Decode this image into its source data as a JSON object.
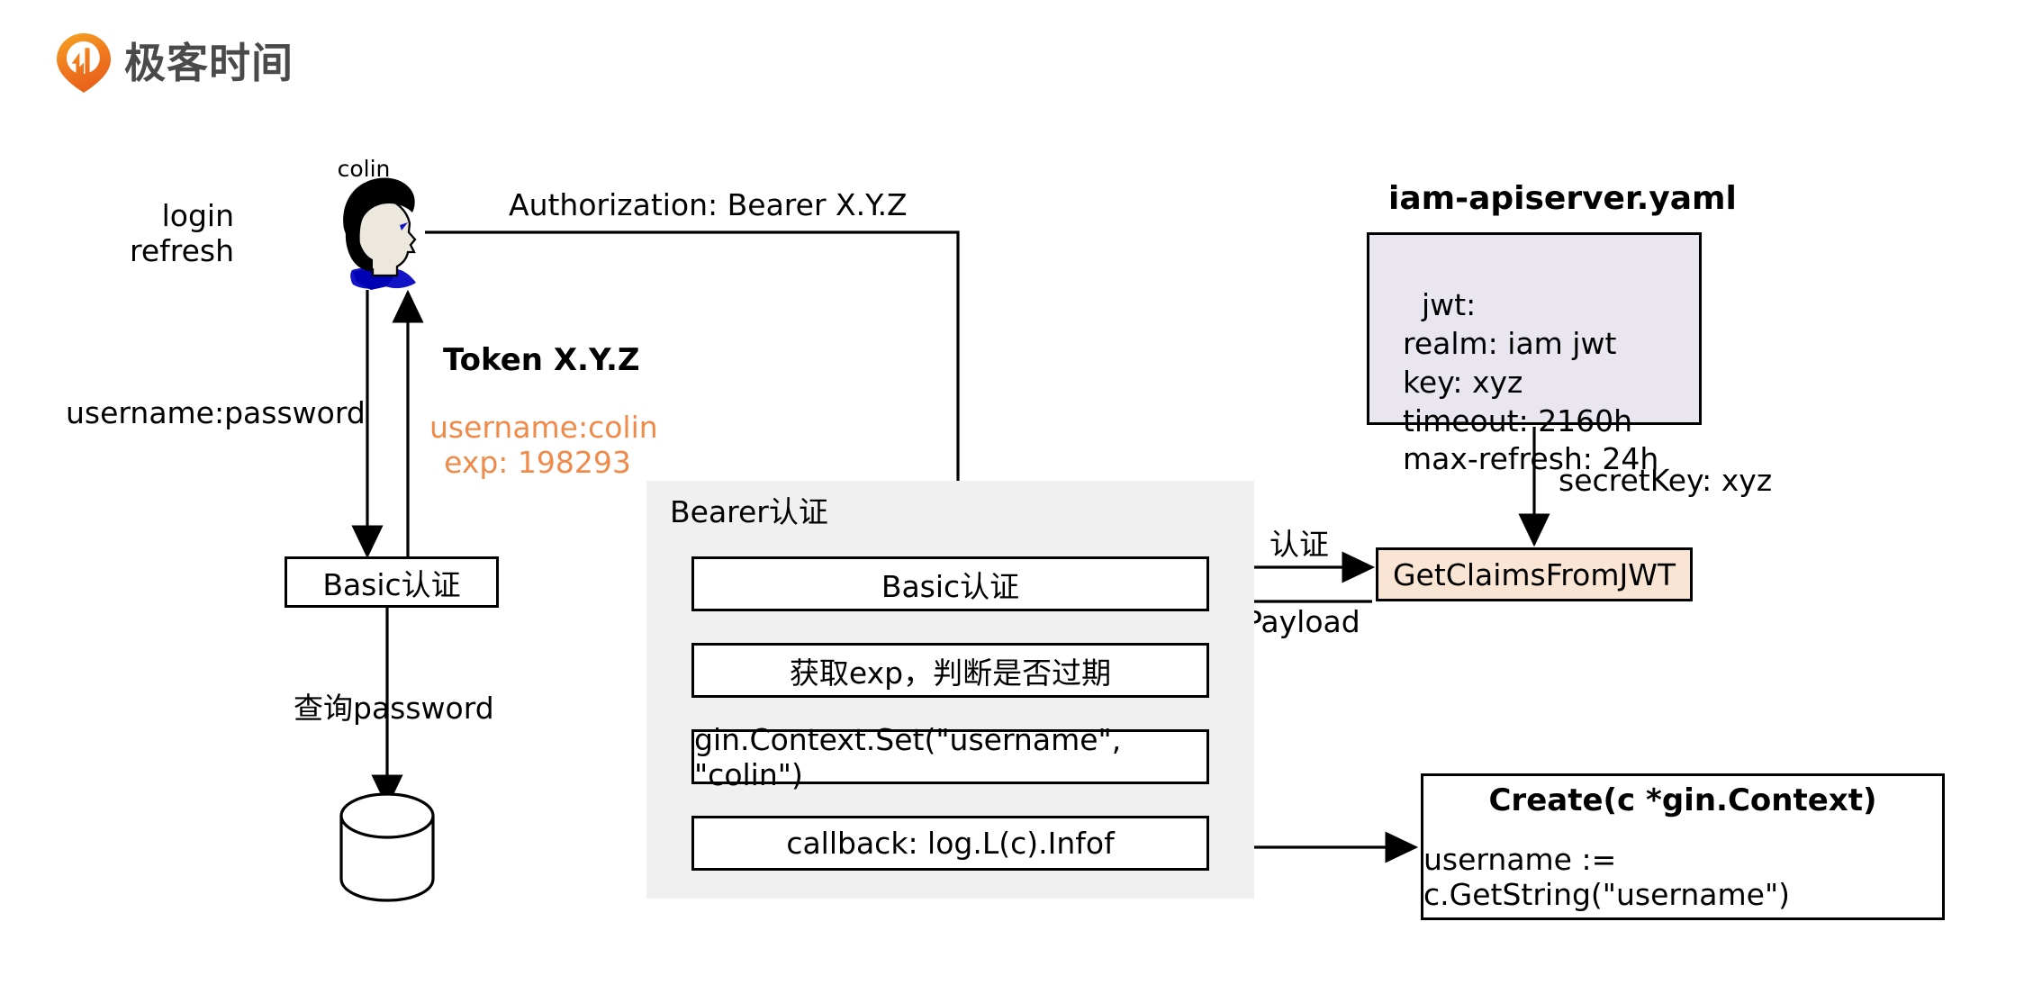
{
  "brand": {
    "name": "极客时间",
    "logo_icon": "geektime-pin-logo-icon",
    "logo_color": "#f07a1e",
    "text_color": "#4a4a4a"
  },
  "actor": {
    "name": "colin",
    "icon": "user-profile-head-icon",
    "actions_label": "login\nrefresh"
  },
  "flows": {
    "basic_credentials": "username:password",
    "token_label": "Token X.Y.Z",
    "token_claims": "username:colin\nexp: 198293",
    "authorization_header": "Authorization: Bearer X.Y.Z",
    "query_password": "查询password",
    "secret_key": "secretKey: xyz",
    "auth_label": "认证",
    "payload_label": "Payload"
  },
  "left_column": {
    "basic_auth_box": "Basic认证",
    "datastore_icon": "database-cylinder-icon"
  },
  "bearer_panel": {
    "title": "Bearer认证",
    "steps": [
      "Basic认证",
      "获取exp，判断是否过期",
      "gin.Context.Set(\"username\", \"colin\")",
      "callback: log.L(c).Infof"
    ]
  },
  "config_card": {
    "title_prefix": "iam",
    "title_rest": "-apiserver.yaml",
    "title": "iam-apiserver.yaml",
    "yaml": "jwt:\n  realm: iam jwt\n  key: xyz\n  timeout: 2160h\n  max-refresh: 24h",
    "bg_color": "#e9e6ef"
  },
  "jwt_node": {
    "label": "GetClaimsFromJWT",
    "bg_color": "#fae5d4"
  },
  "handler_card": {
    "title": "Create(c *gin.Context)",
    "body": "username := c.GetString(\"username\")"
  },
  "colors": {
    "orange_text": "#ef8b4a",
    "panel_gray": "#f0f0f0",
    "stroke": "#000000"
  }
}
